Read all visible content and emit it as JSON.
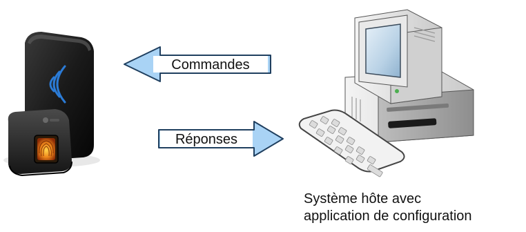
{
  "diagram": {
    "arrows": [
      {
        "label": "Commandes",
        "direction": "left"
      },
      {
        "label": "Réponses",
        "direction": "right"
      }
    ],
    "devices": [
      {
        "name": "fingerprint-reader",
        "icon": "fingerprint-reader-icon"
      },
      {
        "name": "host-computer",
        "icon": "desktop-computer-icon"
      }
    ],
    "caption": {
      "line1": "Système hôte avec",
      "line2": "application de configuration"
    },
    "colors": {
      "arrow_fill": "#a9d3f5",
      "arrow_stroke": "#1f3f5f",
      "label_box": "#ffffff",
      "reader_body": "#1b1b1b",
      "reader_rfid": "#2b7bd6",
      "sensor_glow": "#e8851a",
      "computer_beige": "#e4e4e4"
    }
  }
}
